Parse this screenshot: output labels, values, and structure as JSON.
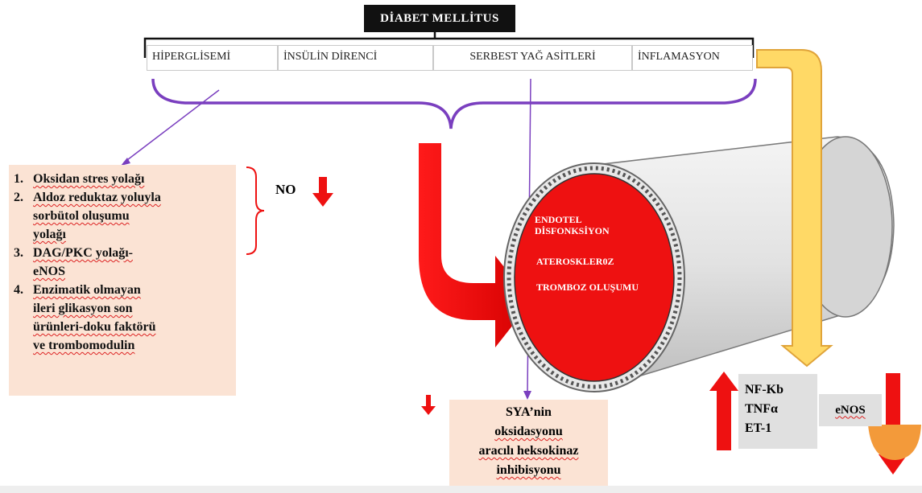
{
  "title": "DİABET MELLİTUS",
  "factors": [
    "HİPERGLİSEMİ",
    "İNSÜLİN DİRENCİ",
    "SERBEST YAĞ ASİTLERİ",
    "İNFLAMASYON"
  ],
  "pathways": [
    {
      "num": "1.",
      "lines": [
        "Oksidan stres yolağı"
      ]
    },
    {
      "num": "2.",
      "lines": [
        "Aldoz reduktaz yoluyla",
        "sorbütol oluşumu",
        "yolağı"
      ]
    },
    {
      "num": "3.",
      "lines": [
        "DAG/PKC yolağı-",
        "eNOS"
      ]
    },
    {
      "num": "4.",
      "lines": [
        "Enzimatik olmayan",
        "ileri glikasyon son",
        "ürünleri-doku faktörü",
        "ve trombomodulin"
      ]
    }
  ],
  "no_label": "NO",
  "vessel": {
    "line1": "ENDOTEL",
    "line2": "DİSFONKSİYON",
    "line3": "ATEROSKLER0Z",
    "line4": "TROMBOZ OLUŞUMU"
  },
  "sya_box": [
    "SYA’nin",
    "oksidasyonu",
    "aracılı heksokinaz",
    "inhibisyonu"
  ],
  "markers": [
    "NF-Kb",
    "TNFα",
    "ET-1"
  ],
  "enos": "eNOS",
  "colors": {
    "red": "#ee1111",
    "purple": "#7a3fbf",
    "salmon": "#fbe3d4",
    "yellow": "#ffd966",
    "orange": "#f39a3a"
  }
}
